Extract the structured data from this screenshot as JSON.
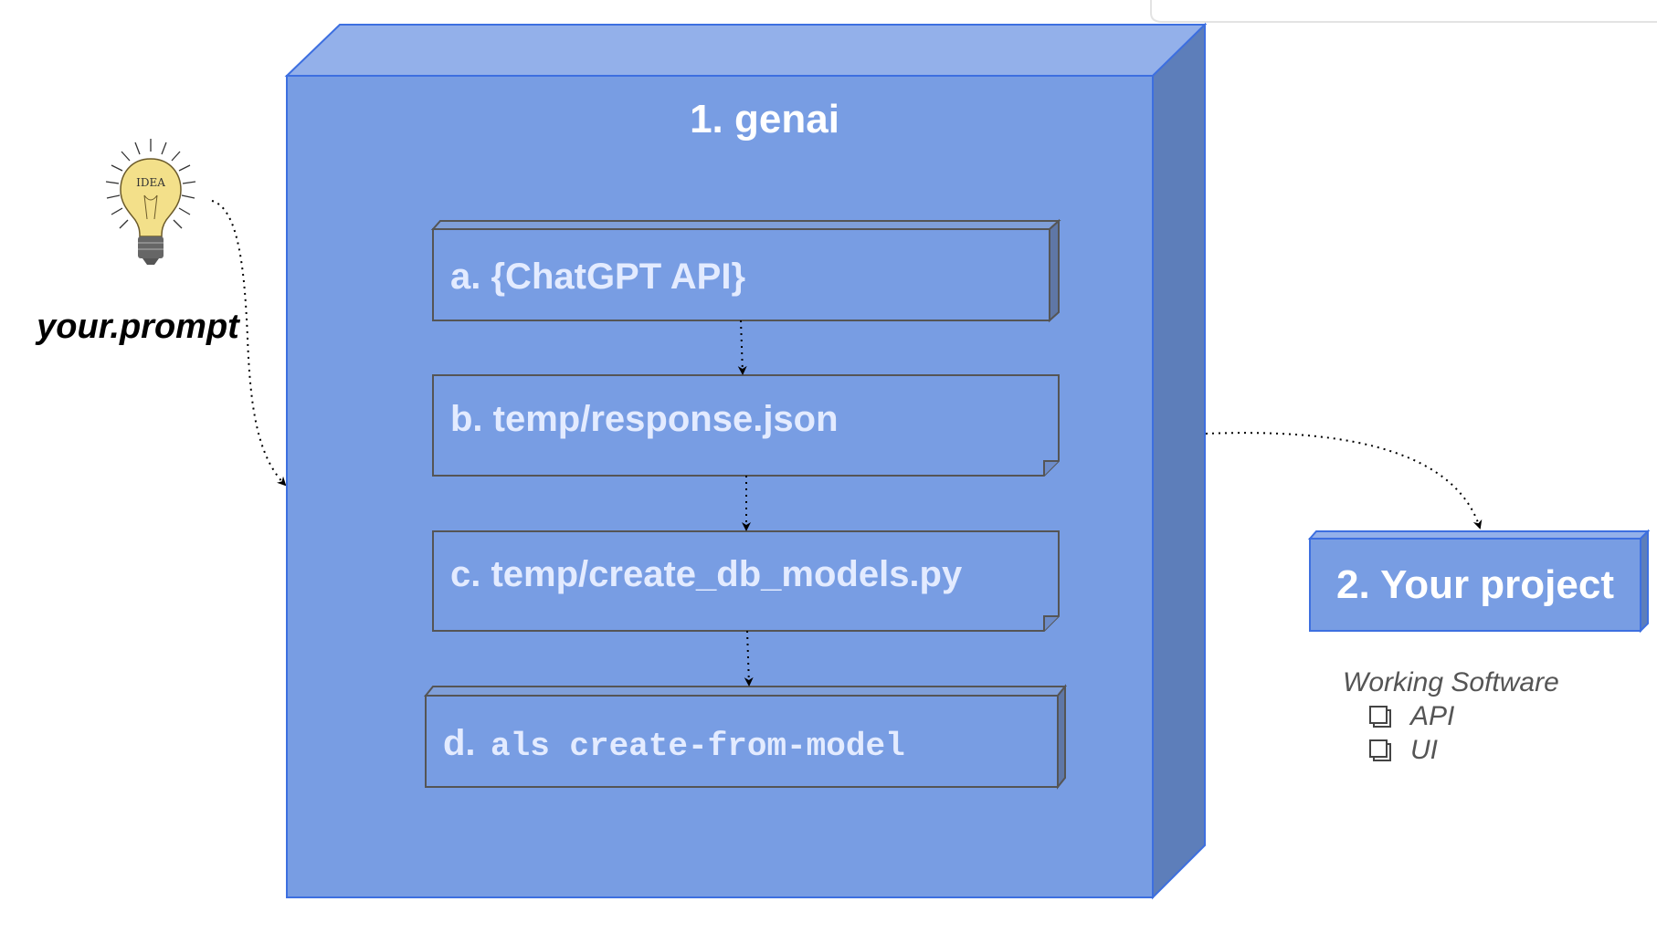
{
  "prompt": {
    "label": "your.prompt",
    "icon": "lightbulb-icon",
    "bulb_text": "IDEA"
  },
  "genai": {
    "title": "1. genai",
    "steps": [
      {
        "prefix": "a.",
        "text": "{ChatGPT API}"
      },
      {
        "prefix": "b.",
        "text": "temp/response.json"
      },
      {
        "prefix": "c.",
        "text": "temp/create_db_models.py"
      },
      {
        "prefix": "d.",
        "command": "als create-from-model"
      }
    ]
  },
  "project": {
    "title": "2. Your project",
    "subtitle": "Working Software",
    "items": [
      "API",
      "UI"
    ],
    "bullet_icon": "checkbox-icon"
  },
  "colors": {
    "node_front": "#789de3",
    "node_top": "#93b0ea",
    "node_side": "#5d7eba",
    "node_border": "#3d6fe0",
    "step_text": "#e3ebff",
    "step_border": "#555555",
    "bulb": "#f3e08a"
  }
}
